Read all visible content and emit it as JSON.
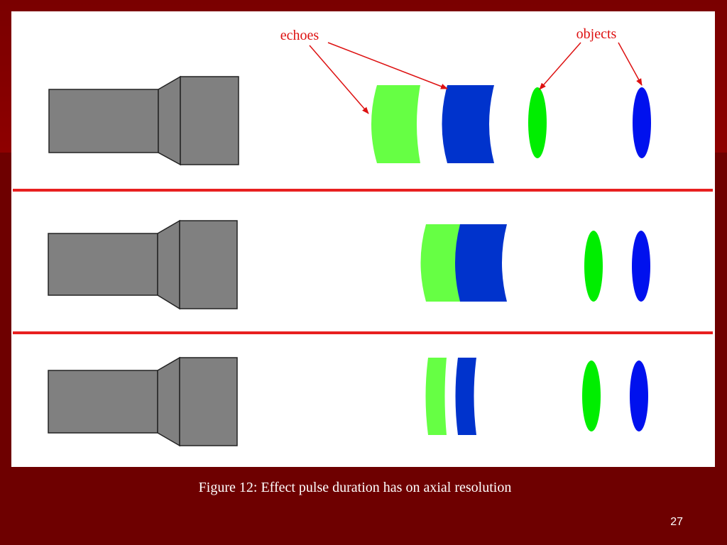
{
  "slide": {
    "caption": "Figure 12: Effect pulse duration has on axial resolution",
    "page_number": "27"
  },
  "labels": {
    "echoes": "echoes",
    "objects": "objects"
  },
  "colors": {
    "background": "#6e0000",
    "panel": "#ffffff",
    "divider": "#e82020",
    "transducer": "#808080",
    "echo_green": "#66ff44",
    "echo_blue": "#0033cc",
    "object_green": "#00ee00",
    "object_blue": "#0011ee",
    "label_text": "#dd1111"
  },
  "icons": [
    "transducer-icon",
    "echo-green",
    "echo-blue",
    "object-green",
    "object-blue"
  ]
}
